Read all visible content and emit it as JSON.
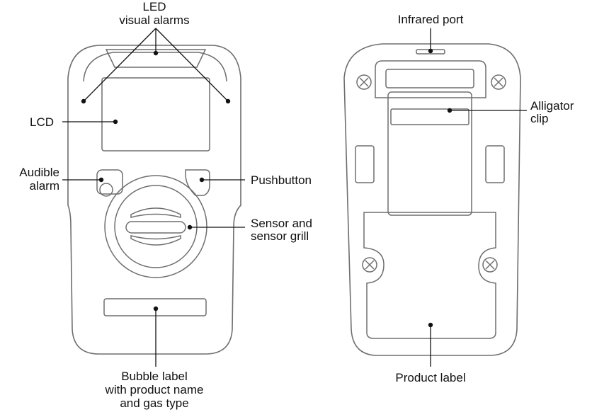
{
  "diagram": {
    "labels": {
      "led_alarms": [
        "LED",
        "visual alarms"
      ],
      "lcd": "LCD",
      "audible_alarm": [
        "Audible",
        "alarm"
      ],
      "pushbutton": "Pushbutton",
      "sensor_grill": [
        "Sensor and",
        "sensor grill"
      ],
      "bubble_label": [
        "Bubble label",
        "with product name",
        "and gas type"
      ],
      "infrared_port": "Infrared port",
      "alligator_clip": [
        "Alligator",
        "clip"
      ],
      "product_label": "Product label"
    },
    "colors": {
      "outline": "#6e6e6e",
      "leader": "#111111",
      "text": "#111111"
    }
  }
}
